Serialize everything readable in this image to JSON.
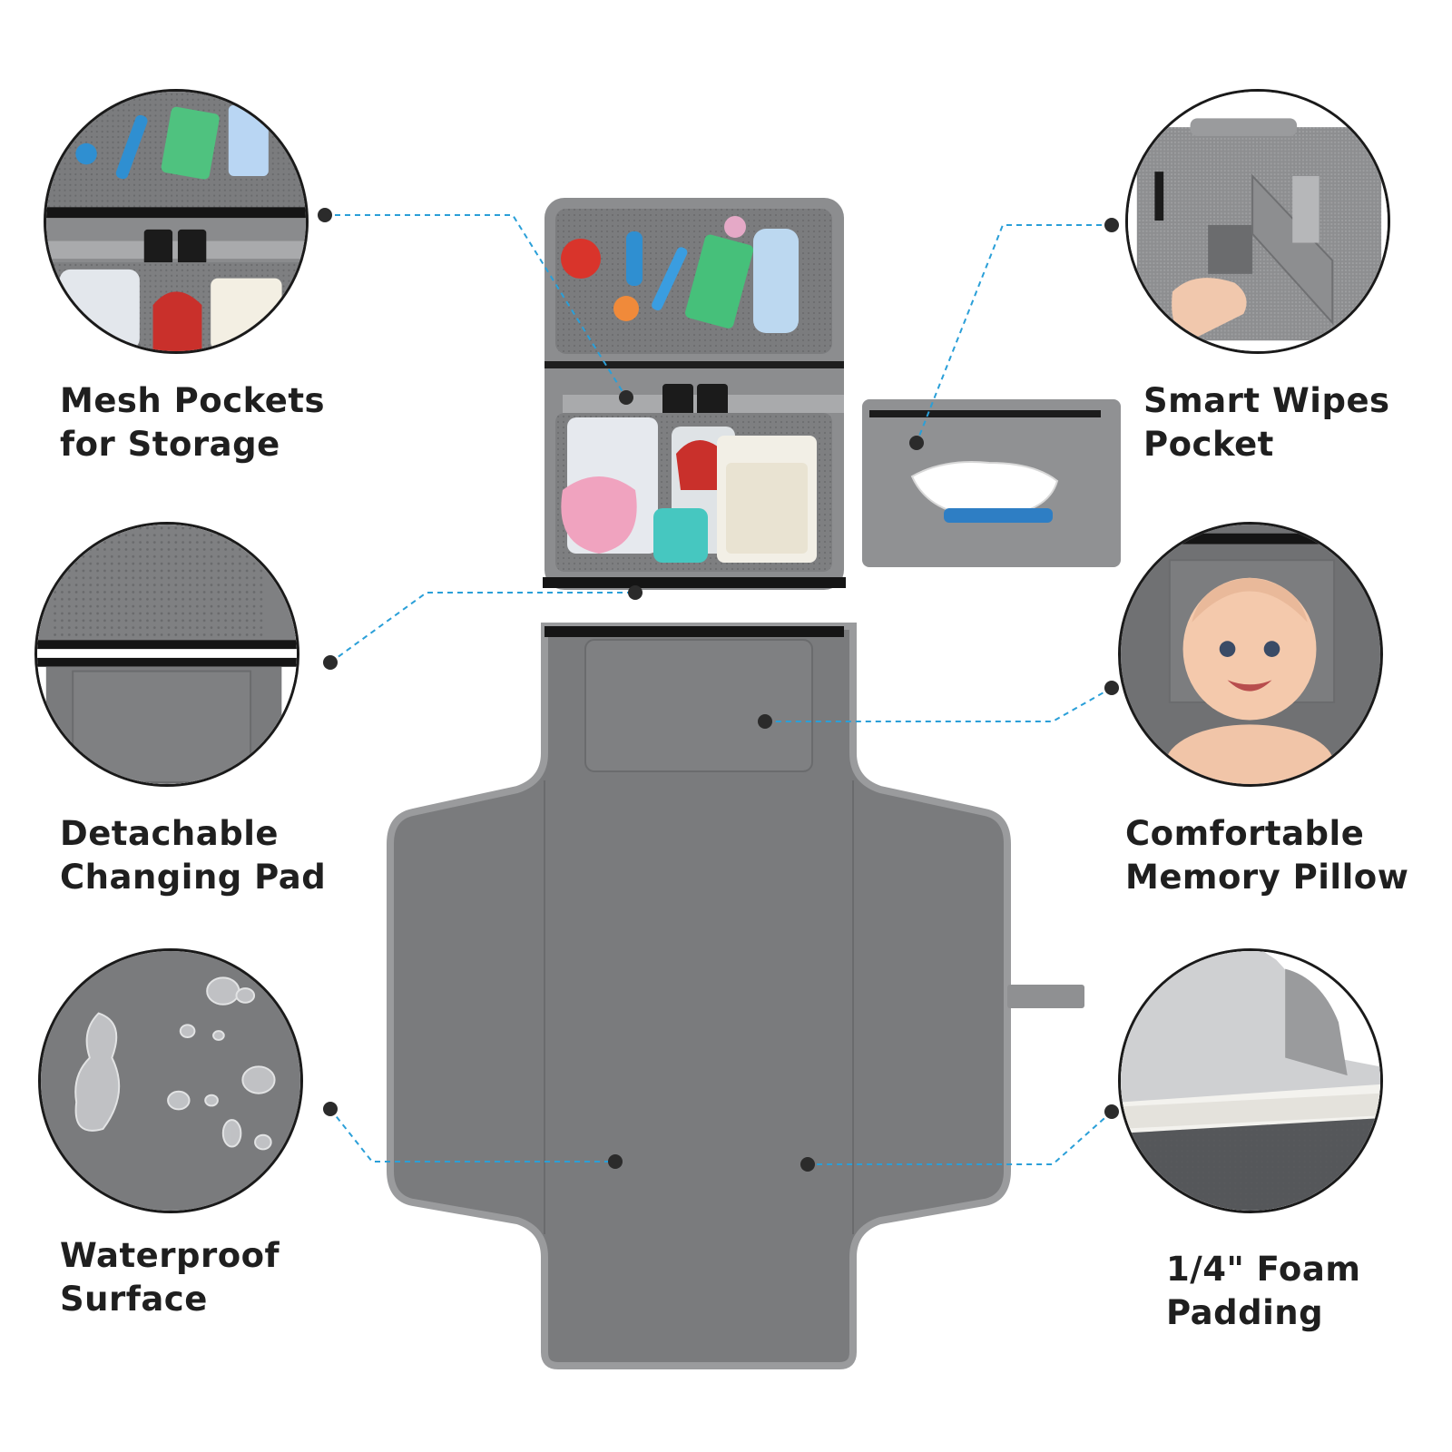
{
  "features": {
    "mesh_pockets": {
      "line1": "Mesh Pockets",
      "line2": "for Storage"
    },
    "smart_wipes": {
      "line1": "Smart Wipes",
      "line2": "Pocket"
    },
    "detachable_pad": {
      "line1": "Detachable",
      "line2": "Changing Pad"
    },
    "memory_pillow": {
      "line1": "Comfortable",
      "line2": "Memory Pillow"
    },
    "waterproof": {
      "line1": "Waterproof",
      "line2": "Surface"
    },
    "foam_padding": {
      "line1": "1/4\" Foam",
      "line2": "Padding"
    }
  },
  "colors": {
    "fabric": "#8a8b8d",
    "fabric_dark": "#6f7072",
    "pad": "#7a7b7d",
    "pad_edge": "#9a9b9d",
    "connector": "#2a9fd8",
    "dot": "#2b2b2b"
  }
}
